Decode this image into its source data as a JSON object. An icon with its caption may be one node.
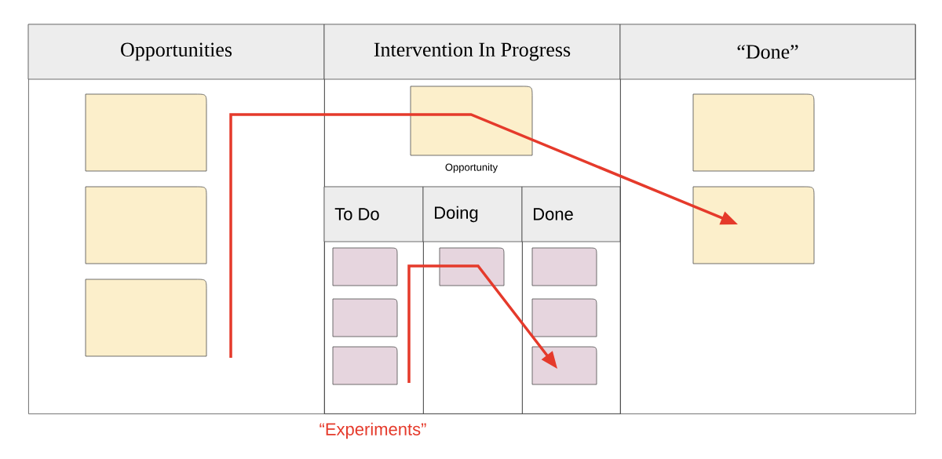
{
  "diagram": {
    "nodes": [
      {
        "text": [
          "Opportunities"
        ]
      },
      {
        "text": [],
        "shape": "box",
        "in": 0
      },
      {
        "text": [],
        "shape": "box",
        "in": 0
      },
      {
        "text": [],
        "shape": "box",
        "in": 0
      },
      {
        "text": [
          "Intervention In Progress"
        ]
      },
      {
        "text": [],
        "shape": "box",
        "in": 4,
        "beside": [
          "Opportunity"
        ]
      },
      {
        "text": [
          "To Do"
        ],
        "in": 4
      },
      {
        "text": [],
        "shape": "box",
        "in": 6
      },
      {
        "text": [],
        "shape": "box",
        "in": 6
      },
      {
        "text": [],
        "shape": "box",
        "in": 6
      },
      {
        "text": [
          "Doing"
        ],
        "in": 4
      },
      {
        "text": [],
        "shape": "box",
        "in": 10
      },
      {
        "text": [
          "Done"
        ],
        "in": 4
      },
      {
        "text": [],
        "shape": "box",
        "in": 12
      },
      {
        "text": [],
        "shape": "box",
        "in": 12
      },
      {
        "text": [],
        "shape": "box",
        "in": 12
      },
      {
        "text": [
          "“Done”"
        ]
      },
      {
        "text": [],
        "shape": "box",
        "in": 16
      },
      {
        "text": [],
        "shape": "box",
        "in": 16
      }
    ],
    "edges": [
      {
        "from": null,
        "to": 18,
        "arrow": "to"
      },
      {
        "from": null,
        "to": 15,
        "arrow": "to"
      }
    ],
    "labels": [
      "“Experiments”"
    ]
  }
}
